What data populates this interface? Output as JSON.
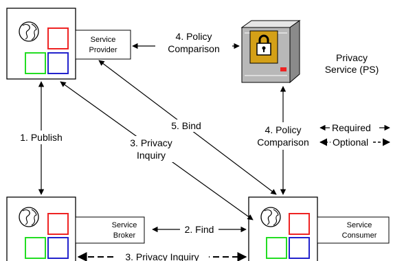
{
  "nodes": {
    "provider": {
      "line1": "Service",
      "line2": "Provider"
    },
    "broker": {
      "line1": "Service",
      "line2": "Broker"
    },
    "consumer": {
      "line1": "Service",
      "line2": "Consumer"
    },
    "privacy_service": {
      "line1": "Privacy",
      "line2": "Service (PS)"
    }
  },
  "edges": {
    "publish": "1. Publish",
    "find": "2. Find",
    "privacy_inquiry_a": {
      "line1": "3. Privacy",
      "line2": "Inquiry"
    },
    "privacy_inquiry_b": "3. Privacy Inquiry",
    "policy_comparison_top": {
      "line1": "4. Policy",
      "line2": "Comparison"
    },
    "policy_comparison_right": {
      "line1": "4. Policy",
      "line2": "Comparison"
    },
    "bind": "5. Bind"
  },
  "legend": {
    "required": "Required",
    "optional": "Optional"
  },
  "colors": {
    "square_red": "#ee2222",
    "square_green": "#22dd22",
    "square_blue": "#2222cc",
    "server_body": "#b8b8b8",
    "lock_panel": "#d4a017",
    "server_led": "#ee2222"
  }
}
